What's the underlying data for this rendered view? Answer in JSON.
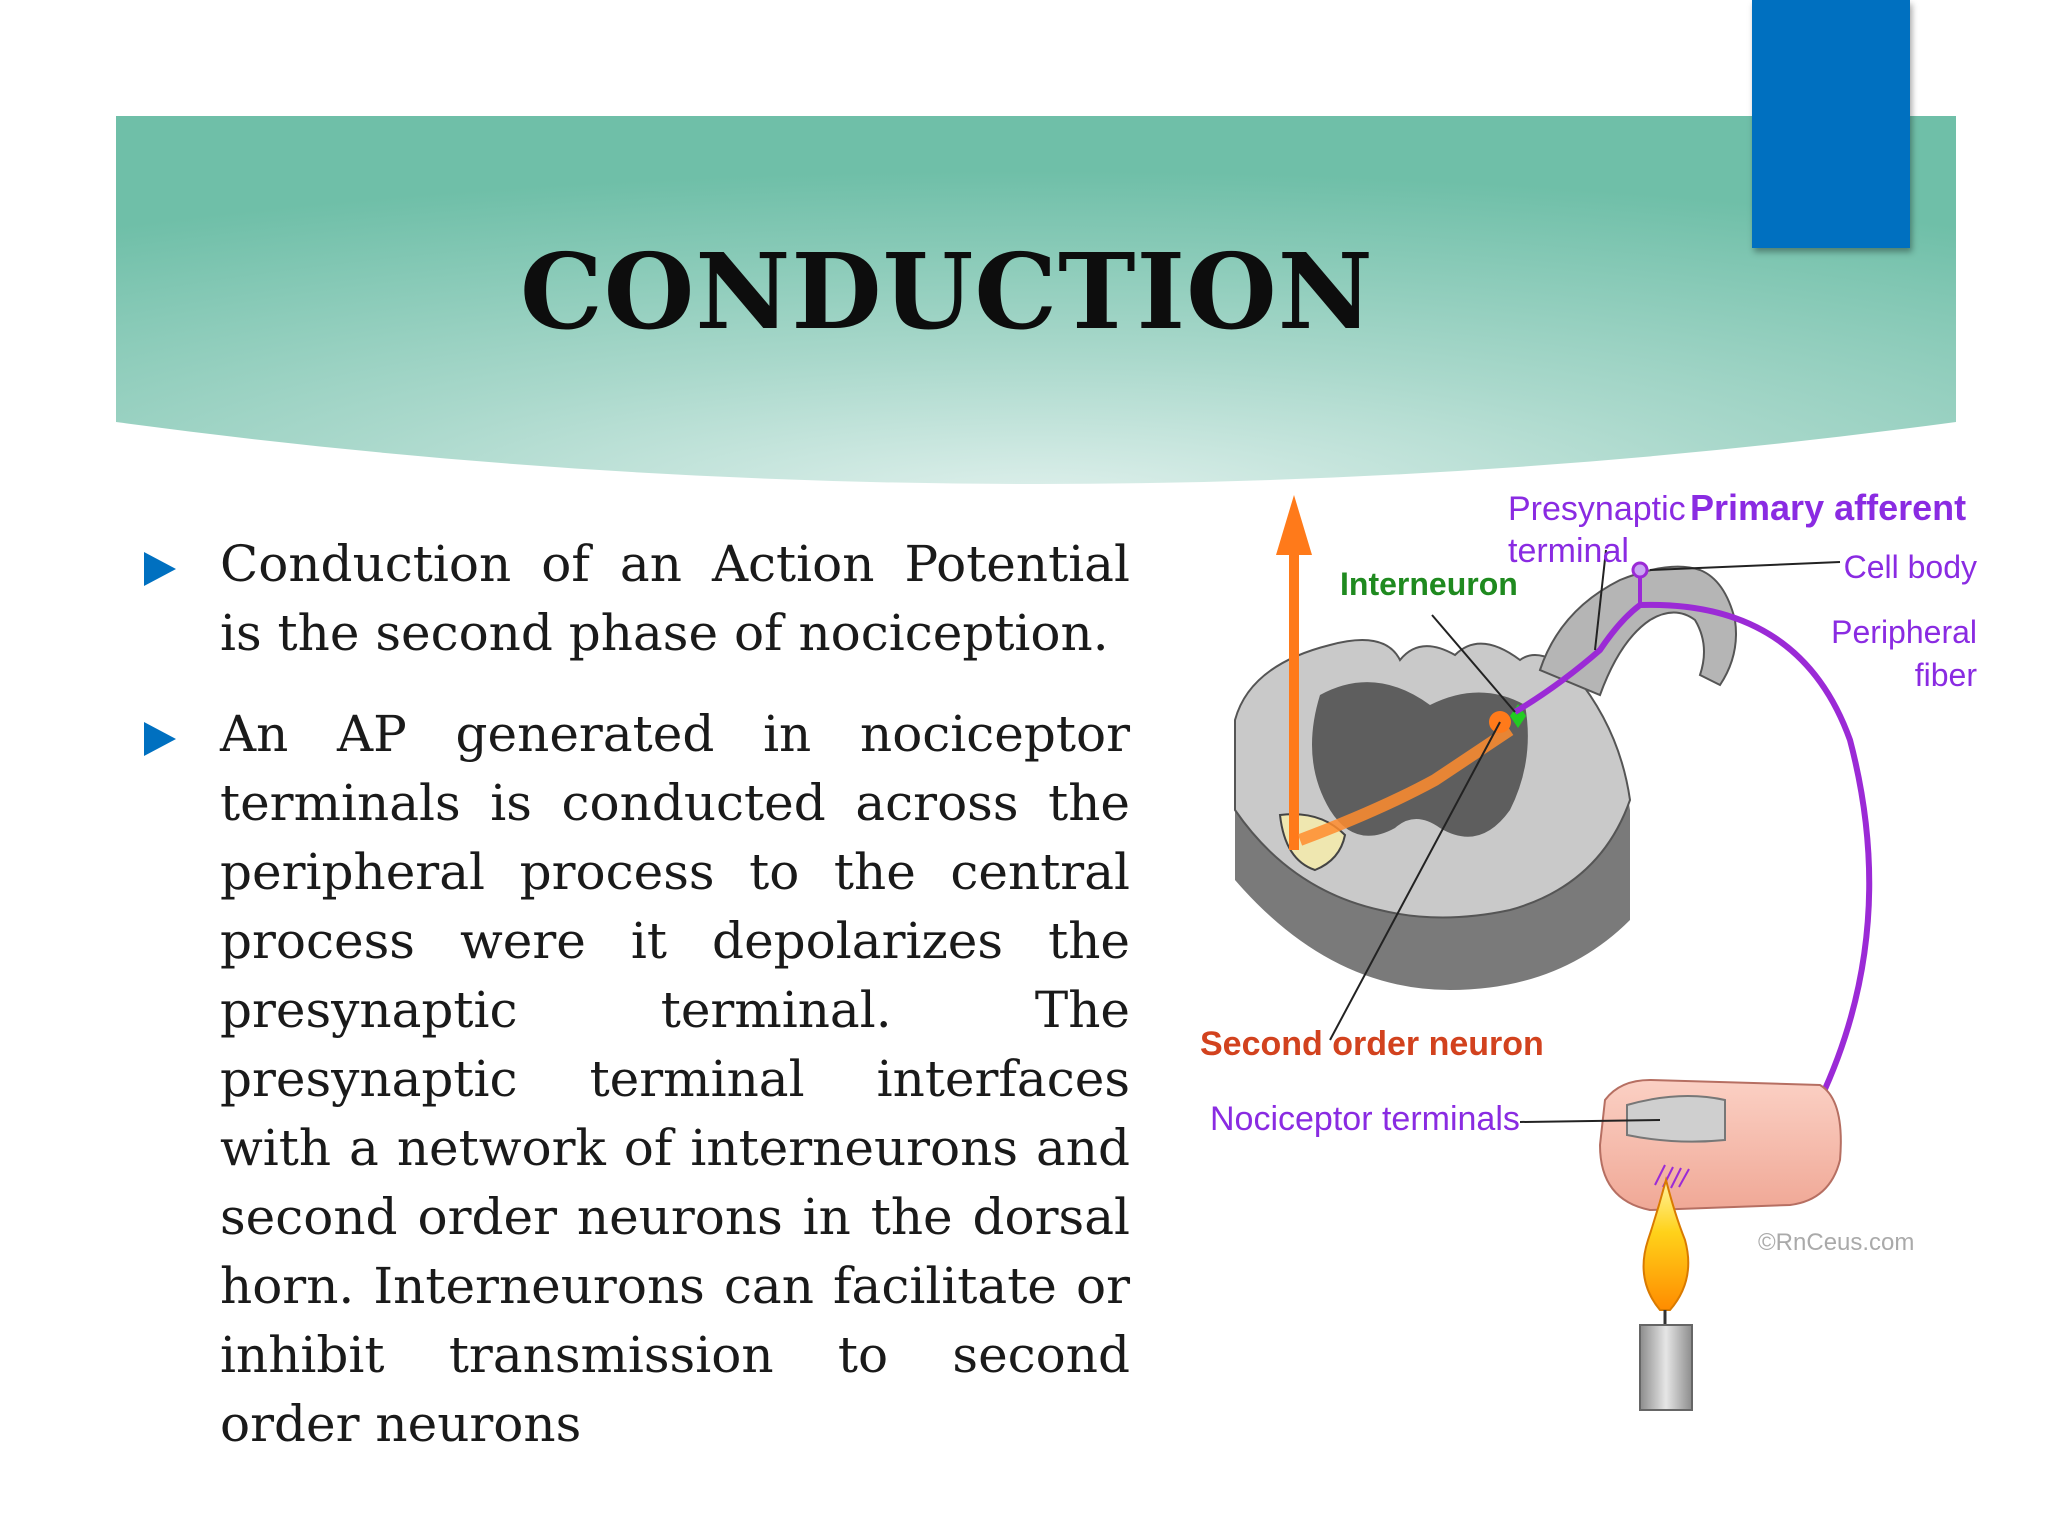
{
  "slide": {
    "title": "CONDUCTION",
    "bullets": [
      "Conduction of an Action Potential is the second phase of nociception.",
      "An AP generated in nociceptor terminals is conducted across the peripheral process to the central process were it depolarizes the presynaptic terminal. The presynaptic terminal interfaces with a network of interneurons and second order neurons in the dorsal horn. Interneurons can facilitate or inhibit transmission to second order neurons"
    ]
  },
  "diagram": {
    "labels": {
      "presynaptic_line1": "Presynaptic",
      "presynaptic_line2": "terminal",
      "primary_afferent": "Primary afferent",
      "interneuron": "Interneuron",
      "cell_body": "Cell body",
      "peripheral_line1": "Peripheral",
      "peripheral_line2": "fiber",
      "second_order": "Second order neuron",
      "nociceptor_terminals": "Nociceptor terminals",
      "copyright": "©RnCeus.com"
    },
    "colors": {
      "accent_blue": "#0070c0",
      "banner_teal": "#6fbfa8",
      "label_purple": "#8a2be2",
      "label_green": "#1f8a1f",
      "label_red": "#d2421e",
      "arrow_orange": "#ff7a1a",
      "fiber_purple": "#9b2ad6"
    }
  }
}
